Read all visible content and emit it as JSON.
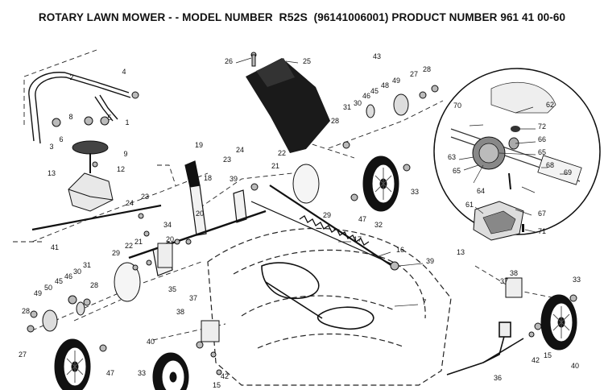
{
  "title": {
    "prefix": "ROTARY LAWN MOWER - - MODEL NUMBER",
    "model": "R52S",
    "suffix": "(96141006001) PRODUCT NUMBER 961 41 00-60"
  },
  "callouts": [
    {
      "num": "26"
    },
    {
      "num": "25"
    },
    {
      "num": "43"
    },
    {
      "num": "28"
    },
    {
      "num": "27"
    },
    {
      "num": "49"
    },
    {
      "num": "48"
    },
    {
      "num": "45"
    },
    {
      "num": "46"
    },
    {
      "num": "30"
    },
    {
      "num": "31"
    },
    {
      "num": "28"
    },
    {
      "num": "4"
    },
    {
      "num": "2"
    },
    {
      "num": "3"
    },
    {
      "num": "6"
    },
    {
      "num": "8"
    },
    {
      "num": "5"
    },
    {
      "num": "1"
    },
    {
      "num": "9"
    },
    {
      "num": "12"
    },
    {
      "num": "13"
    },
    {
      "num": "19"
    },
    {
      "num": "18"
    },
    {
      "num": "24"
    },
    {
      "num": "23"
    },
    {
      "num": "22"
    },
    {
      "num": "21"
    },
    {
      "num": "39"
    },
    {
      "num": "20"
    },
    {
      "num": "23"
    },
    {
      "num": "24"
    },
    {
      "num": "34"
    },
    {
      "num": "20"
    },
    {
      "num": "22"
    },
    {
      "num": "21"
    },
    {
      "num": "29"
    },
    {
      "num": "29"
    },
    {
      "num": "47"
    },
    {
      "num": "32"
    },
    {
      "num": "33"
    },
    {
      "num": "17"
    },
    {
      "num": "16"
    },
    {
      "num": "39"
    },
    {
      "num": "7"
    },
    {
      "num": "41"
    },
    {
      "num": "49"
    },
    {
      "num": "50"
    },
    {
      "num": "45"
    },
    {
      "num": "46"
    },
    {
      "num": "30"
    },
    {
      "num": "31"
    },
    {
      "num": "28"
    },
    {
      "num": "27"
    },
    {
      "num": "28"
    },
    {
      "num": "47"
    },
    {
      "num": "35"
    },
    {
      "num": "37"
    },
    {
      "num": "38"
    },
    {
      "num": "40"
    },
    {
      "num": "33"
    },
    {
      "num": "42"
    },
    {
      "num": "15"
    },
    {
      "num": "38"
    },
    {
      "num": "37"
    },
    {
      "num": "33"
    },
    {
      "num": "42"
    },
    {
      "num": "15"
    },
    {
      "num": "40"
    },
    {
      "num": "36"
    },
    {
      "num": "70"
    },
    {
      "num": "62"
    },
    {
      "num": "72"
    },
    {
      "num": "66"
    },
    {
      "num": "65"
    },
    {
      "num": "63"
    },
    {
      "num": "65"
    },
    {
      "num": "68"
    },
    {
      "num": "69"
    },
    {
      "num": "64"
    },
    {
      "num": "61"
    },
    {
      "num": "67"
    },
    {
      "num": "71"
    },
    {
      "num": "13"
    }
  ]
}
